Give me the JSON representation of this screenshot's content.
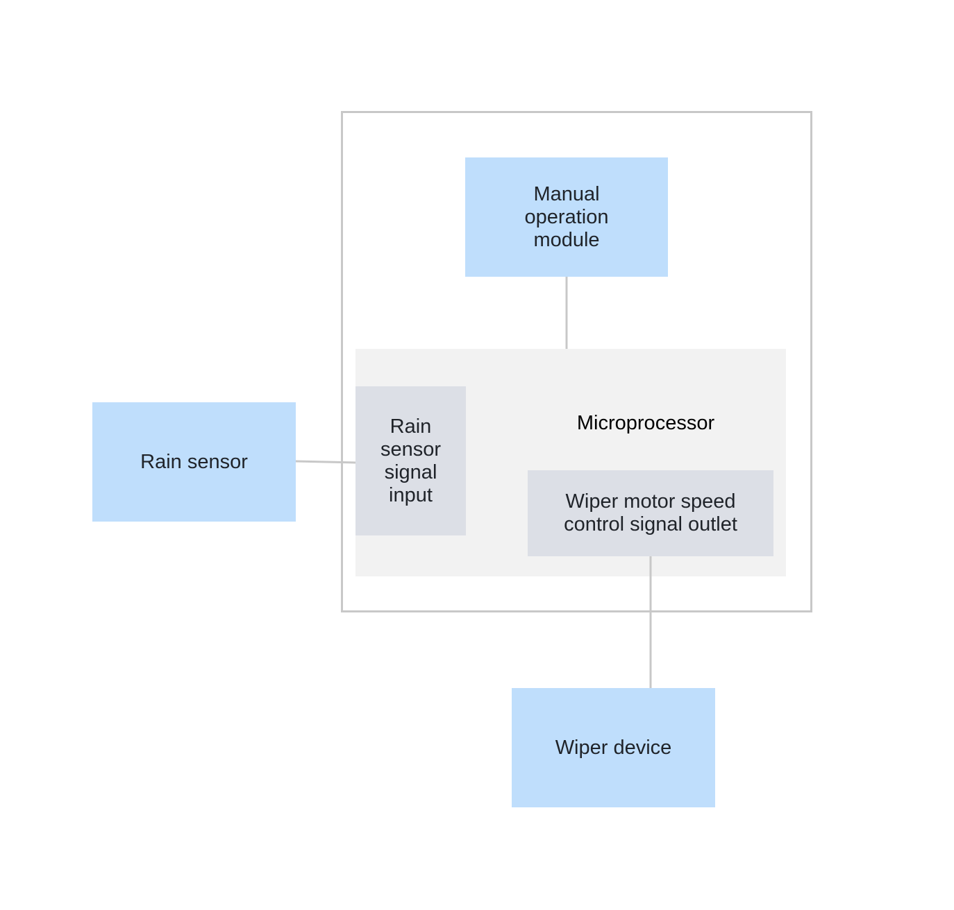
{
  "diagram": {
    "nodes": {
      "manual_module": "Manual operation module",
      "rain_sensor": "Rain sensor",
      "rain_input": "Rain sensor signal input",
      "microprocessor": "Microprocessor",
      "wiper_outlet": "Wiper motor speed control signal outlet",
      "wiper_device": "Wiper device"
    },
    "colors": {
      "module_fill": "#bfdefc",
      "sub_module_fill": "#dcdfe6",
      "processor_fill": "#f2f2f2",
      "frame_stroke": "#c8c8c8",
      "connector_stroke": "#c8c8c8"
    },
    "edges": [
      {
        "from": "manual_module",
        "to": "microprocessor"
      },
      {
        "from": "rain_sensor",
        "to": "rain_input"
      },
      {
        "from": "wiper_outlet",
        "to": "wiper_device"
      }
    ]
  }
}
